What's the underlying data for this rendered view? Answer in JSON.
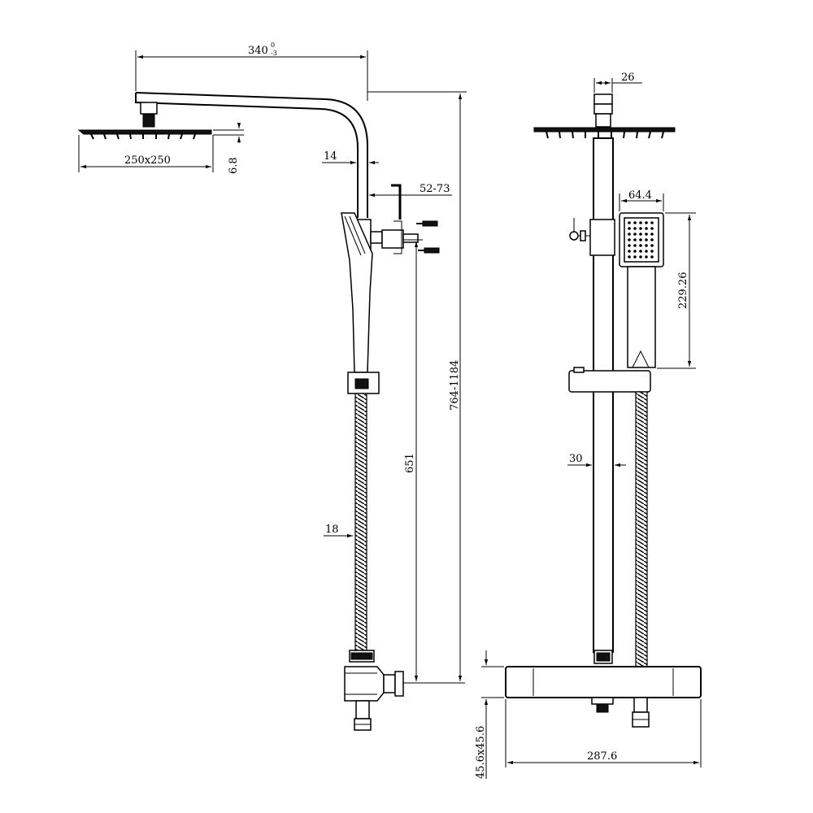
{
  "dimensions": {
    "arm_reach": "340",
    "arm_reach_tol_upper": "0",
    "arm_reach_tol_lower": "-3",
    "head_size": "250x250",
    "head_thickness": "6.8",
    "tube_top": "14",
    "bracket_range": "52-73",
    "height_range": "764-1184",
    "rail_length": "651",
    "hose": "18",
    "arm_diameter": "26",
    "hand_width": "64.4",
    "hand_length": "229.26",
    "rail_diameter": "30",
    "valve_height": "45.6x45.6",
    "valve_width": "287.6"
  }
}
